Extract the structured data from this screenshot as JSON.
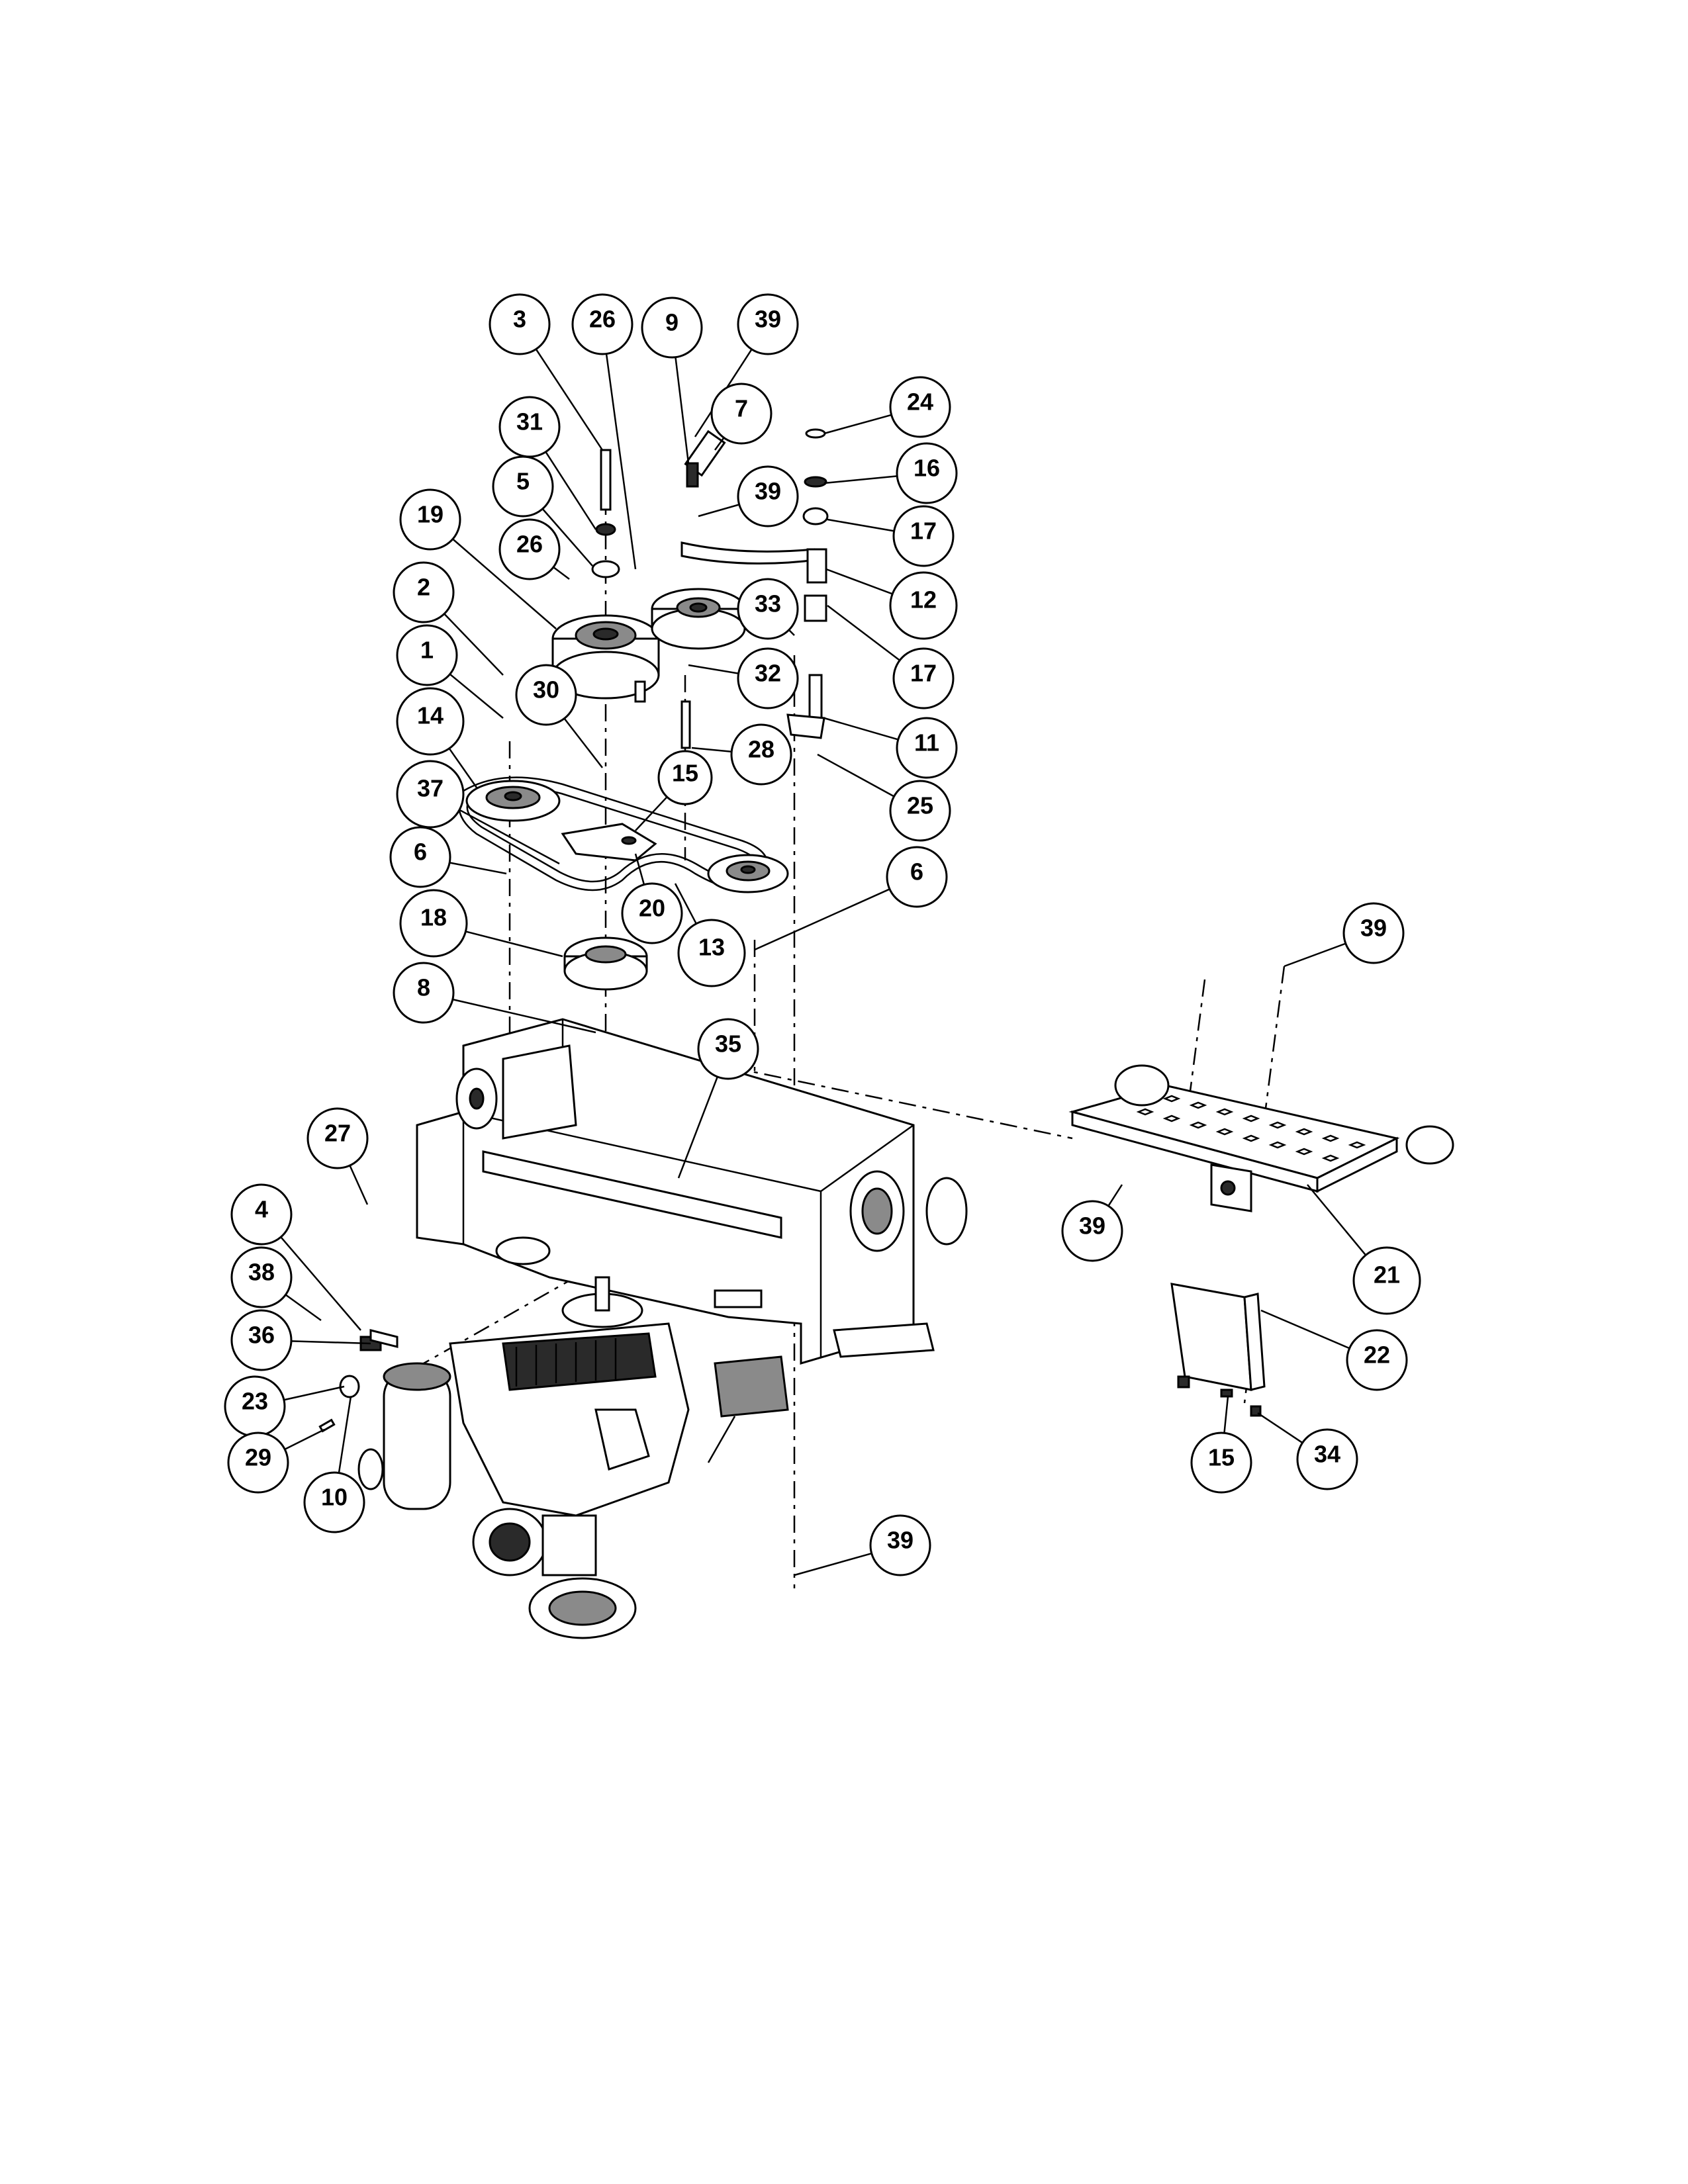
{
  "diagram": {
    "callouts": [
      {
        "id": "c1",
        "label": "3"
      },
      {
        "id": "c2",
        "label": "26"
      },
      {
        "id": "c3",
        "label": "9"
      },
      {
        "id": "c4",
        "label": "39"
      },
      {
        "id": "c5",
        "label": "7"
      },
      {
        "id": "c6",
        "label": "24"
      },
      {
        "id": "c7",
        "label": "31"
      },
      {
        "id": "c8",
        "label": "5"
      },
      {
        "id": "c9",
        "label": "39"
      },
      {
        "id": "c10",
        "label": "16"
      },
      {
        "id": "c11",
        "label": "19"
      },
      {
        "id": "c12",
        "label": "26"
      },
      {
        "id": "c13",
        "label": "17"
      },
      {
        "id": "c14",
        "label": "2"
      },
      {
        "id": "c15",
        "label": "33"
      },
      {
        "id": "c16",
        "label": "12"
      },
      {
        "id": "c17",
        "label": "1"
      },
      {
        "id": "c18",
        "label": "30"
      },
      {
        "id": "c19",
        "label": "32"
      },
      {
        "id": "c20",
        "label": "17"
      },
      {
        "id": "c21",
        "label": "14"
      },
      {
        "id": "c22",
        "label": "28"
      },
      {
        "id": "c23",
        "label": "11"
      },
      {
        "id": "c24",
        "label": "15"
      },
      {
        "id": "c25",
        "label": "25"
      },
      {
        "id": "c26",
        "label": "37"
      },
      {
        "id": "c27",
        "label": "6"
      },
      {
        "id": "c28",
        "label": "20"
      },
      {
        "id": "c29",
        "label": "6"
      },
      {
        "id": "c30",
        "label": "18"
      },
      {
        "id": "c31",
        "label": "13"
      },
      {
        "id": "c32",
        "label": "39"
      },
      {
        "id": "c33",
        "label": "8"
      },
      {
        "id": "c34",
        "label": "35"
      },
      {
        "id": "c35",
        "label": "27"
      },
      {
        "id": "c36",
        "label": "39"
      },
      {
        "id": "c37",
        "label": "4"
      },
      {
        "id": "c38",
        "label": "21"
      },
      {
        "id": "c39",
        "label": "38"
      },
      {
        "id": "c40",
        "label": "36"
      },
      {
        "id": "c41",
        "label": "22"
      },
      {
        "id": "c42",
        "label": "23"
      },
      {
        "id": "c43",
        "label": "29"
      },
      {
        "id": "c44",
        "label": "15"
      },
      {
        "id": "c45",
        "label": "34"
      },
      {
        "id": "c46",
        "label": "10"
      },
      {
        "id": "c47",
        "label": "39"
      }
    ]
  }
}
